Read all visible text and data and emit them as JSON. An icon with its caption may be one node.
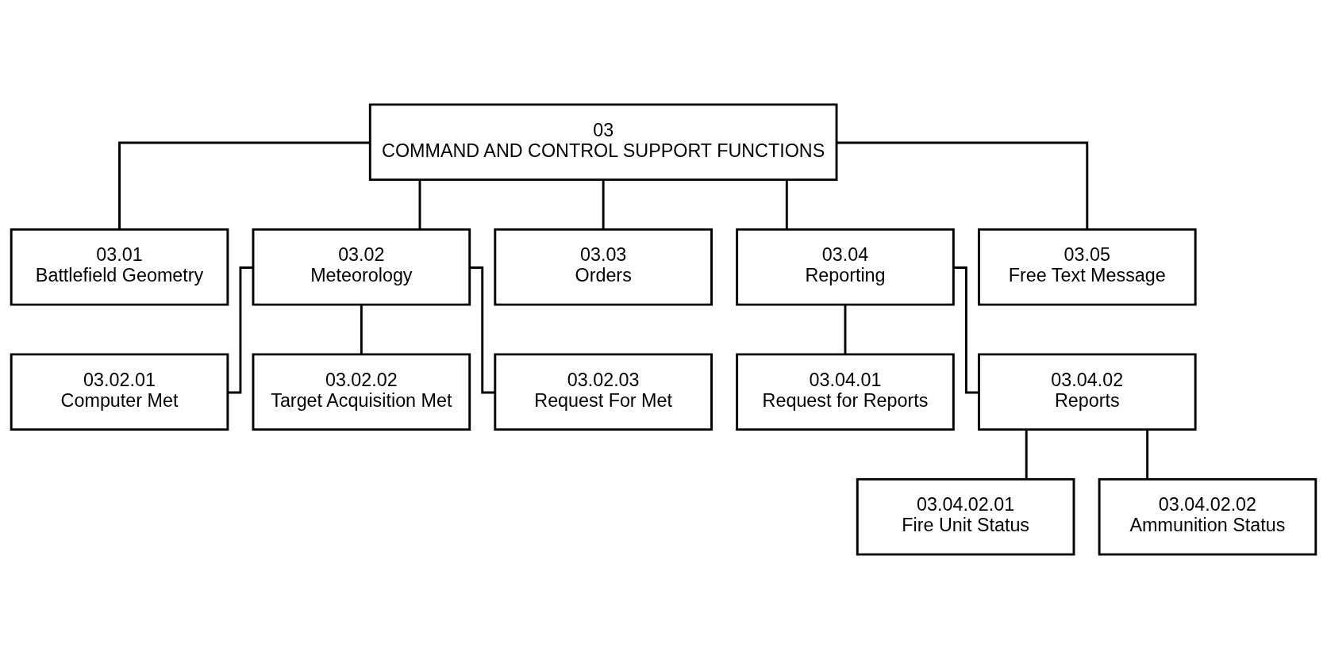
{
  "diagram": {
    "nodes": [
      {
        "text": [
          "03",
          "COMMAND AND CONTROL SUPPORT FUNCTIONS"
        ]
      },
      {
        "text": [
          "03.01",
          "Battlefield Geometry"
        ]
      },
      {
        "text": [
          "03.02",
          "Meteorology"
        ]
      },
      {
        "text": [
          "03.03",
          "Orders"
        ]
      },
      {
        "text": [
          "03.04",
          "Reporting"
        ]
      },
      {
        "text": [
          "03.05",
          "Free Text Message"
        ]
      },
      {
        "text": [
          "03.02.01",
          "Computer Met"
        ]
      },
      {
        "text": [
          "03.02.02",
          "Target Acquisition Met"
        ]
      },
      {
        "text": [
          "03.02.03",
          "Request For Met"
        ]
      },
      {
        "text": [
          "03.04.01",
          "Request for Reports"
        ]
      },
      {
        "text": [
          "03.04.02",
          "Reports"
        ]
      },
      {
        "text": [
          "03.04.02.01",
          "Fire Unit Status"
        ]
      },
      {
        "text": [
          "03.04.02.02",
          "Ammunition Status"
        ]
      }
    ],
    "edges": [
      {
        "from": 0,
        "to": 1,
        "arrow": "none"
      },
      {
        "from": 0,
        "to": 2,
        "arrow": "none"
      },
      {
        "from": 0,
        "to": 3,
        "arrow": "none"
      },
      {
        "from": 0,
        "to": 4,
        "arrow": "none"
      },
      {
        "from": 0,
        "to": 5,
        "arrow": "none"
      },
      {
        "from": 2,
        "to": 6,
        "arrow": "none"
      },
      {
        "from": 2,
        "to": 7,
        "arrow": "none"
      },
      {
        "from": 2,
        "to": 8,
        "arrow": "none"
      },
      {
        "from": 4,
        "to": 9,
        "arrow": "none"
      },
      {
        "from": 4,
        "to": 10,
        "arrow": "none"
      },
      {
        "from": 10,
        "to": 11,
        "arrow": "none"
      },
      {
        "from": 10,
        "to": 12,
        "arrow": "none"
      }
    ]
  }
}
